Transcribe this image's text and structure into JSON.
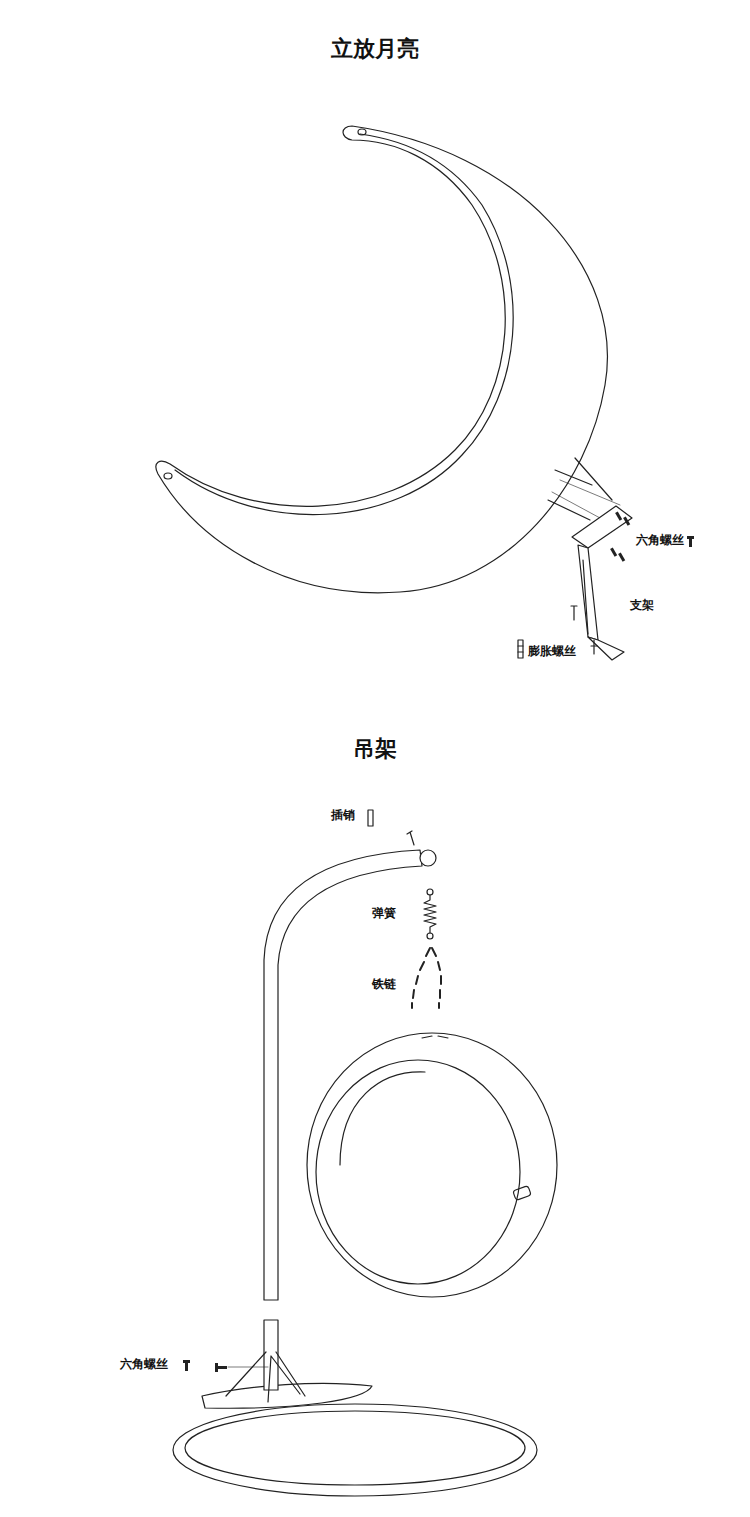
{
  "diagram": {
    "labels": [
      "立放月亮",
      "六角螺丝",
      "支架",
      "膨胀螺丝",
      "吊架",
      "插销",
      "弹簧",
      "铁链",
      "六角螺丝"
    ]
  }
}
